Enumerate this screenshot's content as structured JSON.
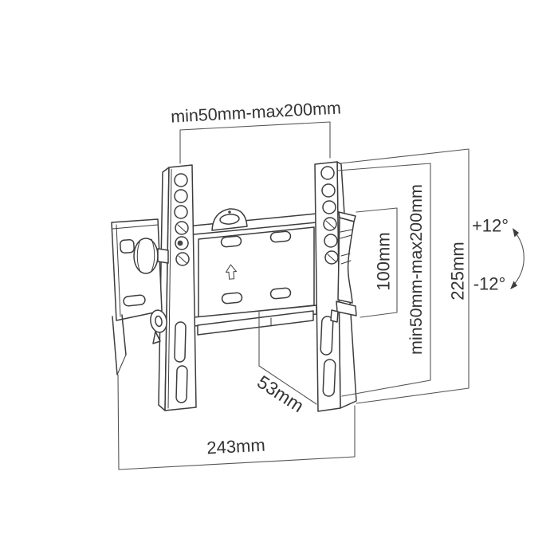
{
  "diagram": {
    "subject": "Tilting TV wall-mount bracket dimension drawing",
    "background_color": "#ffffff",
    "line_color": "#3d3d3d",
    "dimension_line_color": "#565656",
    "text_color": "#343434"
  },
  "labels": {
    "mount_width_range": "min50mm-max200mm",
    "vesa_height_range": "min50mm-max200mm",
    "bracket_height": "225mm",
    "vesa_spacing": "100mm",
    "depth": "53mm",
    "total_width": "243mm",
    "tilt_up": "+12°",
    "tilt_down": "-12°"
  },
  "icons": {
    "plate_arrow": "up-arrow-icon",
    "tilt_arc": "curved-double-arrow-icon"
  }
}
